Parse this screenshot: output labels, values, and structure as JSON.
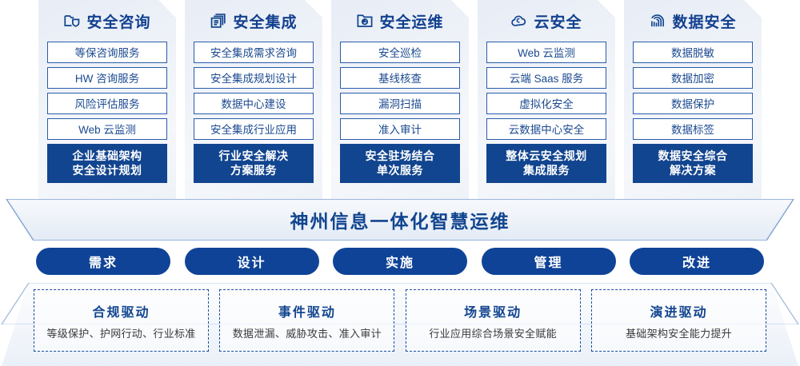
{
  "columns": [
    {
      "icon": "folder-shield-icon",
      "title": "安全咨询",
      "items": [
        "等保咨询服务",
        "HW 咨询服务",
        "风险评估服务",
        "Web 云监测"
      ],
      "summary": [
        "企业基础架构",
        "安全设计规划"
      ]
    },
    {
      "icon": "stacked-documents-icon",
      "title": "安全集成",
      "items": [
        "安全集成需求咨询",
        "安全集成规划设计",
        "数据中心建设",
        "安全集成行业应用"
      ],
      "summary": [
        "行业安全解决",
        "方案服务"
      ]
    },
    {
      "icon": "folder-chart-icon",
      "title": "安全运维",
      "items": [
        "安全巡检",
        "基线核查",
        "漏洞扫描",
        "准入审计"
      ],
      "summary": [
        "安全驻场结合",
        "单次服务"
      ]
    },
    {
      "icon": "cloud-icon",
      "title": "云安全",
      "items": [
        "Web 云监测",
        "云端 Saas 服务",
        "虚拟化安全",
        "云数据中心安全"
      ],
      "summary": [
        "整体云安全规划",
        "集成服务"
      ]
    },
    {
      "icon": "fingerprint-icon",
      "title": "数据安全",
      "items": [
        "数据脱敏",
        "数据加密",
        "数据保护",
        "数据标签"
      ],
      "summary": [
        "数据安全综合",
        "解决方案"
      ]
    }
  ],
  "banner": {
    "text": "神州信息一体化智慧运维"
  },
  "phases": [
    "需求",
    "设计",
    "实施",
    "管理",
    "改进"
  ],
  "drivers": [
    {
      "title": "合规驱动",
      "desc": "等级保护、护网行动、行业标准"
    },
    {
      "title": "事件驱动",
      "desc": "数据泄漏、威胁攻击、准入审计"
    },
    {
      "title": "场景驱动",
      "desc": "行业应用综合场景安全赋能"
    },
    {
      "title": "演进驱动",
      "desc": "基础架构安全能力提升"
    }
  ],
  "colors": {
    "brand_blue": "#12458f",
    "pill_blue": "#0f4397",
    "border_blue": "#2a5caa",
    "text_blue": "#1b4a91"
  }
}
